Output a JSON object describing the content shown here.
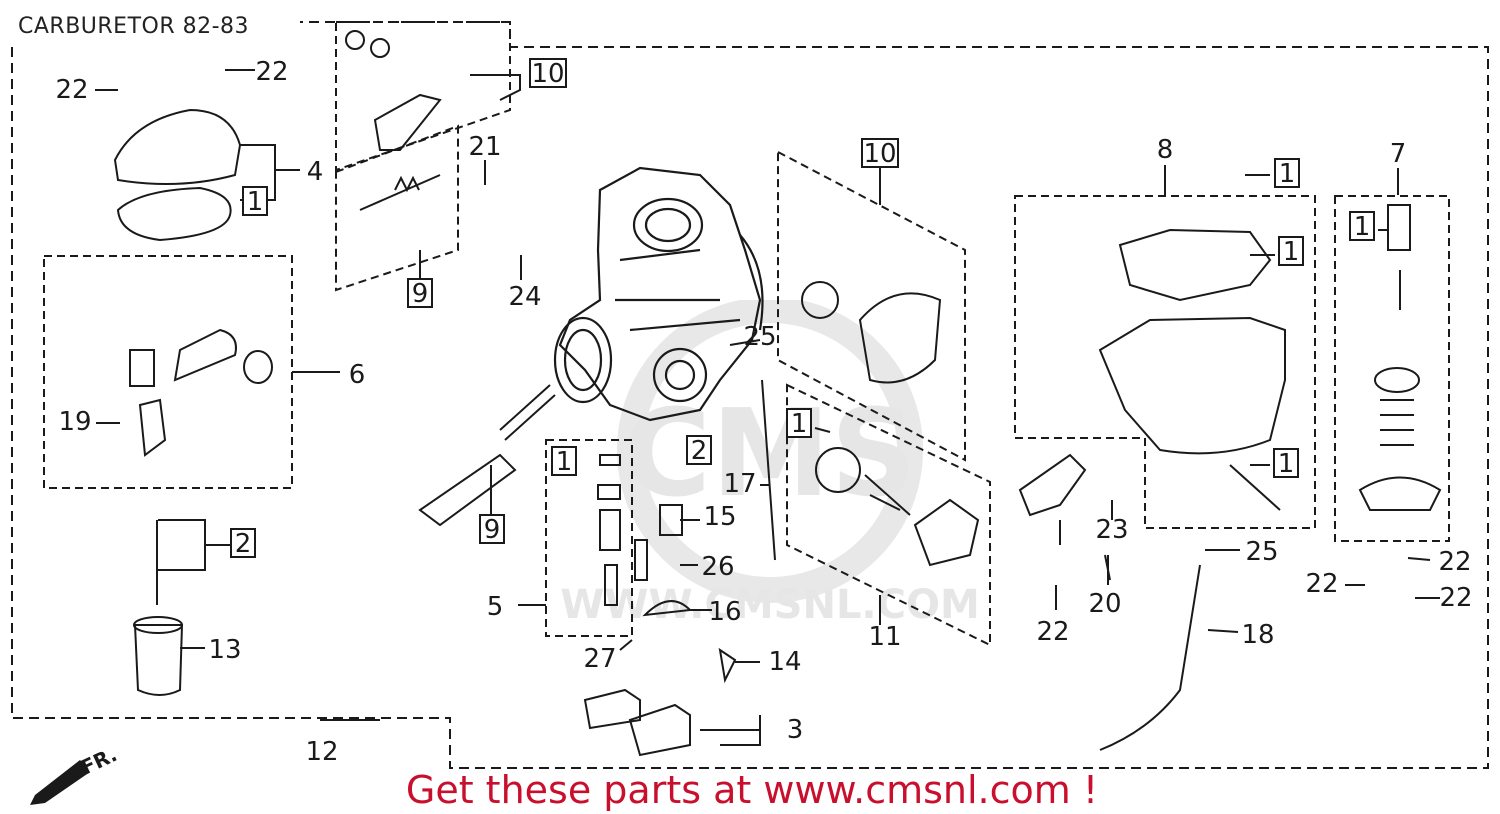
{
  "title": "CARBURETOR 82-83",
  "footer": "Get these parts at www.cmsnl.com !",
  "direction_label": "FR.",
  "watermark": {
    "brand": "CMS",
    "url": "WWW.CMSNL.COM"
  },
  "colors": {
    "ink": "#1a1a1a",
    "footer": "#c8102e",
    "watermark": "#e6e6e6"
  },
  "callouts": [
    {
      "id": "c22a",
      "label": "22"
    },
    {
      "id": "c22b",
      "label": "22"
    },
    {
      "id": "c4",
      "label": "4"
    },
    {
      "id": "c1a",
      "label": "1",
      "boxed": true
    },
    {
      "id": "c10a",
      "label": "10",
      "boxed": true
    },
    {
      "id": "c21",
      "label": "21"
    },
    {
      "id": "c24",
      "label": "24"
    },
    {
      "id": "c9a",
      "label": "9",
      "boxed": true
    },
    {
      "id": "c6",
      "label": "6"
    },
    {
      "id": "c19",
      "label": "19"
    },
    {
      "id": "c2a",
      "label": "2",
      "boxed": true
    },
    {
      "id": "c13",
      "label": "13"
    },
    {
      "id": "c10b",
      "label": "10",
      "boxed": true
    },
    {
      "id": "c25a",
      "label": "25"
    },
    {
      "id": "c9b",
      "label": "9",
      "boxed": true
    },
    {
      "id": "c1b",
      "label": "1",
      "boxed": true
    },
    {
      "id": "c2b",
      "label": "2",
      "boxed": true
    },
    {
      "id": "c15",
      "label": "15"
    },
    {
      "id": "c26",
      "label": "26"
    },
    {
      "id": "c5",
      "label": "5"
    },
    {
      "id": "c16",
      "label": "16"
    },
    {
      "id": "c27",
      "label": "27"
    },
    {
      "id": "c14",
      "label": "14"
    },
    {
      "id": "c3",
      "label": "3"
    },
    {
      "id": "c12",
      "label": "12"
    },
    {
      "id": "c1c",
      "label": "1",
      "boxed": true
    },
    {
      "id": "c17",
      "label": "17"
    },
    {
      "id": "c11",
      "label": "11"
    },
    {
      "id": "c8",
      "label": "8"
    },
    {
      "id": "c1d",
      "label": "1",
      "boxed": true
    },
    {
      "id": "c1e",
      "label": "1",
      "boxed": true
    },
    {
      "id": "c1f",
      "label": "1",
      "boxed": true
    },
    {
      "id": "c7",
      "label": "7"
    },
    {
      "id": "c1g",
      "label": "1",
      "boxed": true
    },
    {
      "id": "c23",
      "label": "23"
    },
    {
      "id": "c25b",
      "label": "25"
    },
    {
      "id": "c20",
      "label": "20"
    },
    {
      "id": "c22c",
      "label": "22"
    },
    {
      "id": "c18",
      "label": "18"
    },
    {
      "id": "c22d",
      "label": "22"
    },
    {
      "id": "c22e",
      "label": "22"
    },
    {
      "id": "c22f",
      "label": "22"
    }
  ]
}
